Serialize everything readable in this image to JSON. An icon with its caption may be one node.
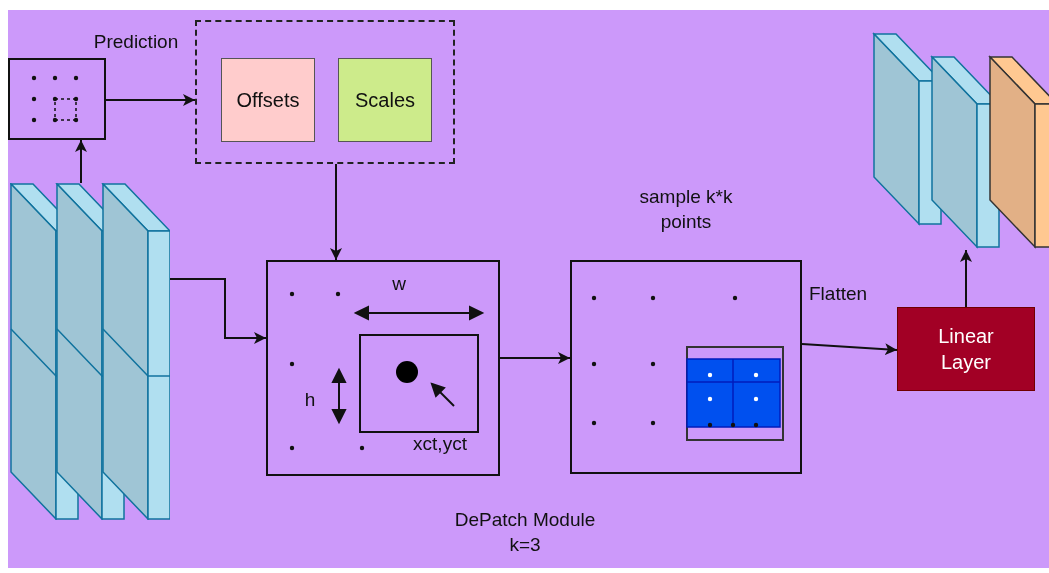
{
  "diagram": {
    "nodes": [
      {
        "text": [],
        "shape": "picture"
      },
      {
        "text": [],
        "shape": "box"
      },
      {
        "text": [],
        "shape": "box",
        "beside": [
          "Prediction"
        ]
      },
      {
        "text": [
          "Offsets"
        ],
        "in": 2
      },
      {
        "text": [
          "Scales"
        ],
        "in": 2
      },
      {
        "text": [],
        "shape": "box"
      },
      {
        "text": [],
        "shape": "box",
        "beside": [
          "sample k*k points"
        ]
      },
      {
        "text": [
          "Linear Layer"
        ]
      },
      {
        "text": [],
        "shape": "picture"
      }
    ],
    "edges": [
      {
        "from": 0,
        "to": 1,
        "arrow": "to"
      },
      {
        "from": 1,
        "to": 2,
        "arrow": "to"
      },
      {
        "from": 2,
        "to": 5,
        "arrow": "to"
      },
      {
        "from": 0,
        "to": 5,
        "arrow": "to"
      },
      {
        "from": 5,
        "to": 6,
        "arrow": "to"
      },
      {
        "from": 6,
        "to": 7,
        "arrow": "to",
        "label": "Flatten"
      },
      {
        "from": 7,
        "to": 8,
        "arrow": "to"
      }
    ],
    "labels": [
      "w",
      "h",
      "xct,yct",
      "DePatch Module k=3"
    ]
  }
}
